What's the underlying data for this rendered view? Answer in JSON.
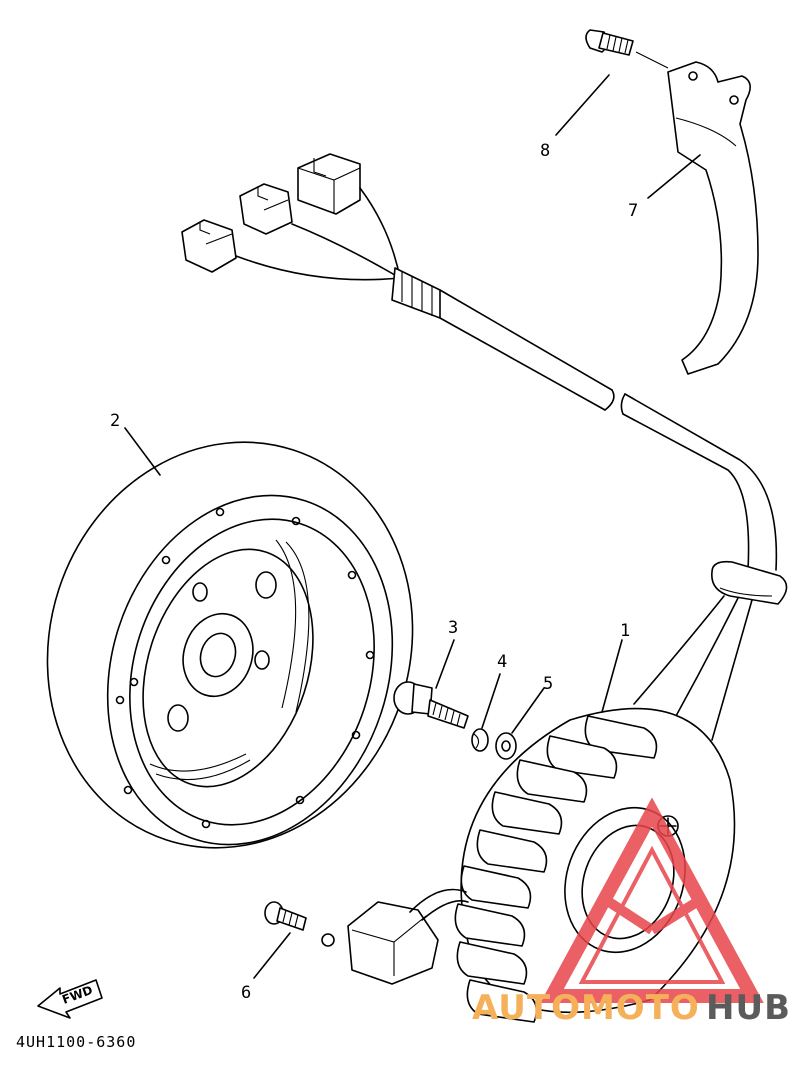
{
  "diagram": {
    "part_code": "4UH1100-6360",
    "fwd_label": "FWD",
    "callouts": [
      {
        "id": "1",
        "label": "1"
      },
      {
        "id": "2",
        "label": "2"
      },
      {
        "id": "3",
        "label": "3"
      },
      {
        "id": "4",
        "label": "4"
      },
      {
        "id": "5",
        "label": "5"
      },
      {
        "id": "6",
        "label": "6"
      },
      {
        "id": "7",
        "label": "7"
      },
      {
        "id": "8",
        "label": "8"
      }
    ]
  },
  "watermark": {
    "word_left": "AUTOMOTO",
    "word_right": "HUB",
    "color_left": "#f5b15a",
    "color_right": "#5b5b5b",
    "logo_color": "#e8454b"
  }
}
